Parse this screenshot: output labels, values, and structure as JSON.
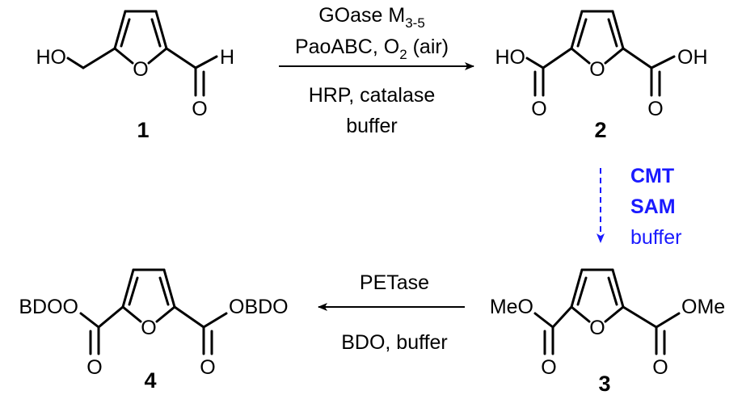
{
  "compounds": {
    "c1": {
      "number": "1",
      "substituent_left": "HO",
      "ring_oxygen": "O",
      "aldehyde_h": "H",
      "carbonyl_o": "O"
    },
    "c2": {
      "number": "2",
      "substituent_left": "HO",
      "substituent_right": "OH",
      "ring_oxygen": "O",
      "carbonyl_o_left": "O",
      "carbonyl_o_right": "O"
    },
    "c3": {
      "number": "3",
      "substituent_left": "MeO",
      "substituent_right": "OMe",
      "ring_oxygen": "O",
      "carbonyl_o_left": "O",
      "carbonyl_o_right": "O"
    },
    "c4": {
      "number": "4",
      "substituent_left": "BDOO",
      "substituent_right": "OBDO",
      "ring_oxygen": "O",
      "carbonyl_o_left": "O",
      "carbonyl_o_right": "O"
    }
  },
  "step1": {
    "above_line1_main": "GOase M",
    "above_line1_sub": "3-5",
    "above_line2_pre": "PaoABC, O",
    "above_line2_sub": "2",
    "above_line2_post": " (air)",
    "below_line1": "HRP, catalase",
    "below_line2": "buffer"
  },
  "step2": {
    "line1": "CMT",
    "line2": "SAM",
    "line3": "buffer",
    "color": "#1a1aff"
  },
  "step3": {
    "above": "PETase",
    "below": "BDO, buffer"
  }
}
